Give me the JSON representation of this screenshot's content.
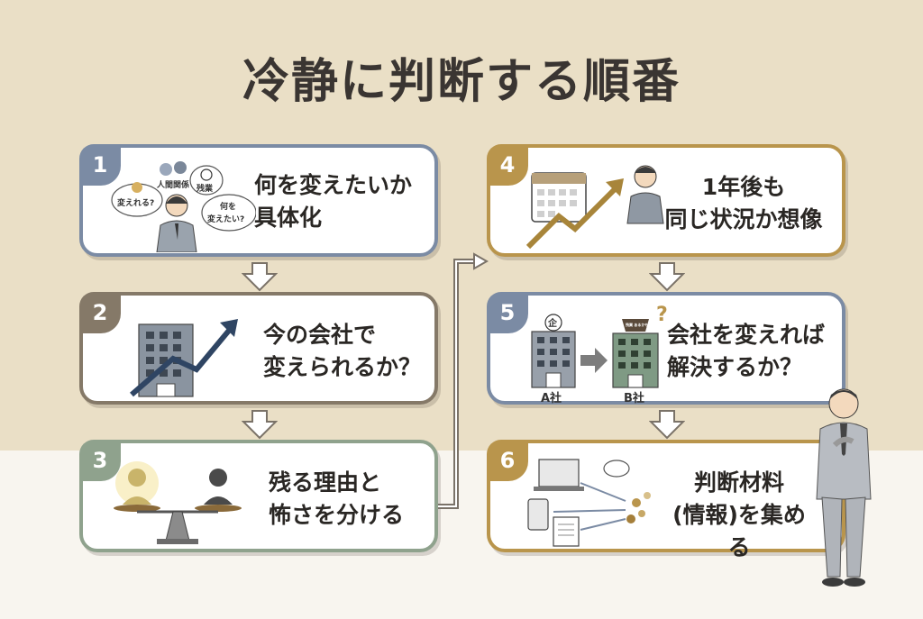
{
  "title": "冷静に判断する順番",
  "steps": [
    {
      "number": "1",
      "line1": "何を変えたいか",
      "line2": "具体化",
      "bubbles": [
        "人間関係",
        "残業",
        "変えれる?",
        "何を",
        "変えたい?"
      ]
    },
    {
      "number": "2",
      "line1": "今の会社で",
      "line2": "変えられるか？"
    },
    {
      "number": "3",
      "line1": "残る理由と",
      "line2": "怖さを分ける"
    },
    {
      "number": "4",
      "line1": "1年後も",
      "line2": "同じ状況か想像"
    },
    {
      "number": "5",
      "line1": "会社を変えれば",
      "line2": "解決するか？",
      "company_a": "A社",
      "company_b": "B社",
      "building_mark": "企",
      "bag_text": "残業 あるかも (者)"
    },
    {
      "number": "6",
      "line1": "判断材料",
      "line2": "(情報)を集める"
    }
  ],
  "colors": {
    "step1": "#7b8ba4",
    "step2": "#857968",
    "step3": "#8fa28d",
    "step4": "#b9954c",
    "step5": "#7b8ba4",
    "step6": "#b9954c",
    "background_top": "#eadfc6",
    "title": "#3a3532"
  }
}
